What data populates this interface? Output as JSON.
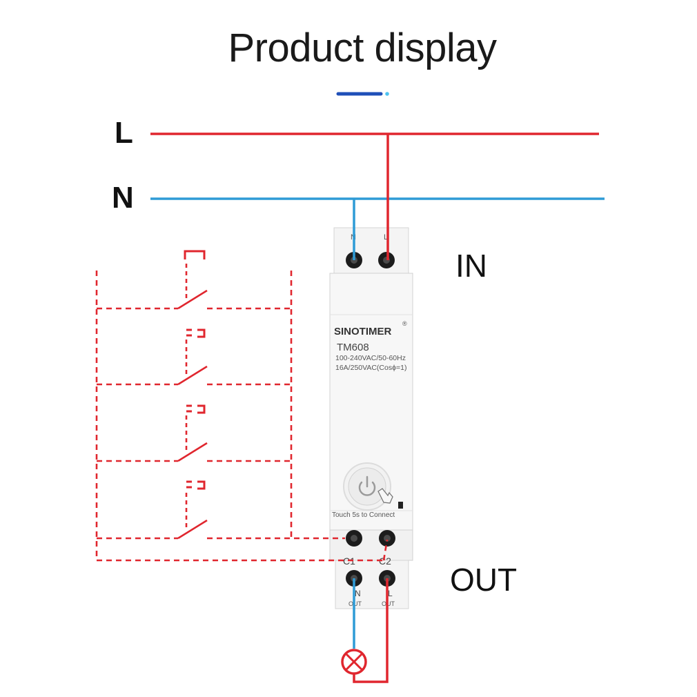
{
  "title": "Product display",
  "lines": {
    "live_label": "L",
    "neutral_label": "N"
  },
  "section_labels": {
    "input": "IN",
    "output": "OUT"
  },
  "device": {
    "brand": "SINOTIMER",
    "registered_mark": "®",
    "model": "TM608",
    "rating_voltage": "100-240VAC/50-60Hz",
    "rating_current": "16A/250VAC(Cosϕ=1)",
    "touch_hint": "Touch 5s to Connect",
    "top_terminal_labels": [
      "N",
      "L"
    ],
    "middle_terminal_labels": [
      "C1",
      "C2"
    ],
    "bottom_terminal_labels": [
      "N",
      "L"
    ],
    "bottom_terminal_sublabels": [
      "OUT",
      "OUT"
    ]
  },
  "colors": {
    "live_wire": "#e0262e",
    "neutral_wire": "#2e9bd6",
    "switch_dashed": "#e0262e",
    "accent_dark": "#1f4fb8",
    "accent_light": "#4fc3f0"
  },
  "icons": [
    "power-icon",
    "touch-hand-icon",
    "lamp-icon",
    "switch-icon"
  ]
}
